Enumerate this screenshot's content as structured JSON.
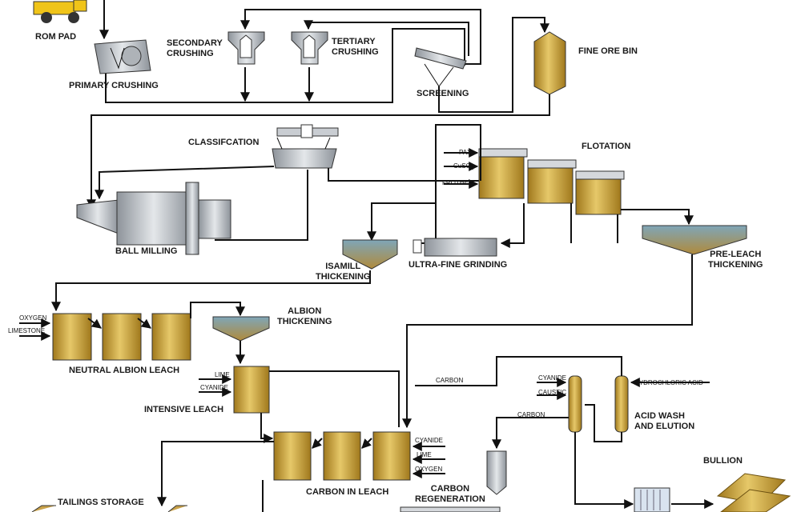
{
  "labels": {
    "rom_pad": "ROM PAD",
    "primary_crushing": "PRIMARY CRUSHING",
    "secondary_crushing": "SECONDARY\nCRUSHING",
    "tertiary_crushing": "TERTIARY\nCRUSHING",
    "screening": "SCREENING",
    "fine_ore_bin": "FINE ORE BIN",
    "classification": "CLASSIFCATION",
    "flotation": "FLOTATION",
    "ball_milling": "BALL MILLING",
    "isamill_thickening": "ISAMILL\nTHICKENING",
    "ultra_fine_grinding": "ULTRA-FINE GRINDING",
    "pre_leach_thickening": "PRE-LEACH\nTHICKENING",
    "albion_thickening": "ALBION\nTHICKENING",
    "neutral_albion_leach": "NEUTRAL ALBION LEACH",
    "intensive_leach": "INTENSIVE LEACH",
    "acid_wash_elution": "ACID WASH\nAND ELUTION",
    "bullion": "BULLION",
    "carbon_in_leach": "CARBON IN LEACH",
    "carbon_regeneration": "CARBON\nREGENERATION",
    "tailings_storage": "TAILINGS STORAGE"
  },
  "reagents": {
    "pax": "PAX",
    "cuso4": "CuSO",
    "cuso4_sub": "4",
    "frother": "FROTHER",
    "oxygen_albion": "OXYGEN",
    "limestone": "LIMESTONE",
    "lime_intensive": "LIME",
    "cyanide_intensive": "CYANIDE",
    "carbon_top": "CARBON",
    "cyanide_elution": "CYANIDE",
    "caustic": "CAUSTIC",
    "hydrochloric_acid": "HYDROCHLORIC ACID",
    "carbon_mid": "CARBON",
    "cyanide_cil": "CYANIDE",
    "lime_cil": "LIME",
    "oxygen_cil": "OXYGEN"
  },
  "colors": {
    "gold_light": "#e6c869",
    "gold_dark": "#a0781c",
    "slurry": "#c9a24a",
    "water": "#7fa6b8",
    "machine_grey": "#c9cdd2",
    "line": "#111111"
  }
}
